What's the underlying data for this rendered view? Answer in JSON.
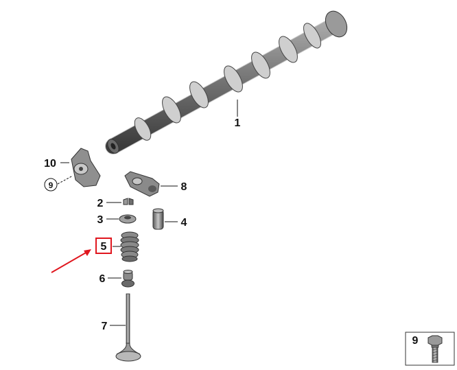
{
  "callouts": [
    {
      "id": "1",
      "label": "1"
    },
    {
      "id": "2",
      "label": "2"
    },
    {
      "id": "3",
      "label": "3"
    },
    {
      "id": "4",
      "label": "4"
    },
    {
      "id": "5",
      "label": "5"
    },
    {
      "id": "6",
      "label": "6"
    },
    {
      "id": "7",
      "label": "7"
    },
    {
      "id": "8",
      "label": "8"
    },
    {
      "id": "10",
      "label": "10"
    }
  ],
  "circled_reference": "9",
  "inset_box": {
    "label": "9"
  },
  "highlight": {
    "target": "5",
    "color": "#e0161e"
  },
  "colors": {
    "part_gray": "#8c8c8c",
    "dark_gray": "#555555",
    "outline": "#222222"
  }
}
